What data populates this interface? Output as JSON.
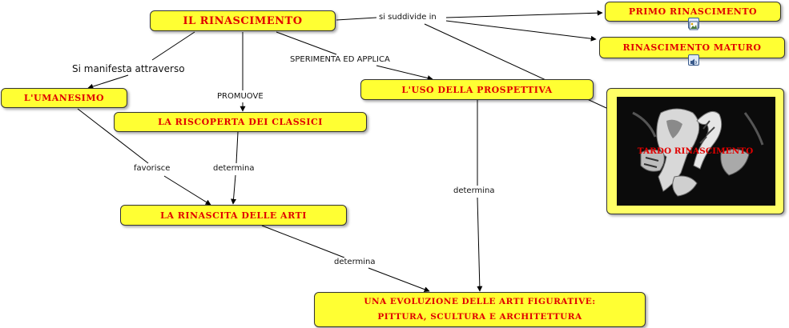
{
  "nodes": {
    "rinascimento": "IL RINASCIMENTO",
    "primo": "PRIMO RINASCIMENTO",
    "maturo": "RINASCIMENTO MATURO",
    "umanesimo": "L'UMANESIMO",
    "riscoperta": "LA RISCOPERTA DEI CLASSICI",
    "prospettiva": "L'USO DELLA PROSPETTIVA",
    "rinascita": "LA RINASCITA DELLE ARTI",
    "evoluzione_line1": "UNA EVOLUZIONE DELLE ARTI FIGURATIVE:",
    "evoluzione_line2": "PITTURA, SCULTURA E  ARCHITETTURA",
    "tardo": "TARDO RINASCIMENTO"
  },
  "links": {
    "si_suddivide_in": "si suddivide in",
    "si_manifesta": "Si manifesta attraverso",
    "sperimenta": "SPERIMENTA ED APPLICA",
    "promuove": "PROMUOVE",
    "favorisce": "favorisce",
    "determina_a": "determina",
    "determina_b": "determina",
    "determina_c": "determina"
  },
  "icons": {
    "primo_attachment": "image-icon",
    "maturo_attachment": "audio-icon"
  },
  "colors": {
    "node_fill": "#ffff33",
    "node_text": "#e00000"
  }
}
